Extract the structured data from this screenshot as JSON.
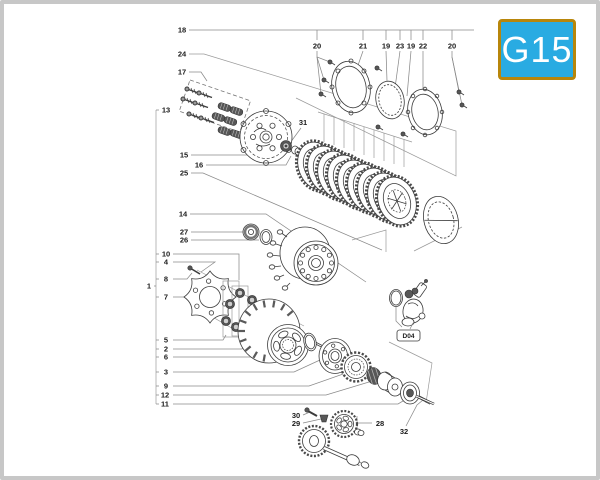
{
  "page": {
    "code_badge": "G15",
    "colors": {
      "badge_fill": "#29ABE2",
      "badge_border": "#B8860B",
      "page_border": "#c7c7c7",
      "drawing_line": "#3c3c3c",
      "frame_line": "#9a9a9a"
    }
  },
  "diagram": {
    "ref_label": "D04",
    "callouts": [
      "18",
      "24",
      "17",
      "13",
      "15",
      "16",
      "25",
      "14",
      "27",
      "26",
      "10",
      "4",
      "8",
      "1",
      "7",
      "5",
      "2",
      "6",
      "3",
      "9",
      "12",
      "11",
      "20",
      "21",
      "19",
      "23",
      "19",
      "22",
      "20",
      "31",
      "30",
      "29",
      "28",
      "32"
    ]
  }
}
